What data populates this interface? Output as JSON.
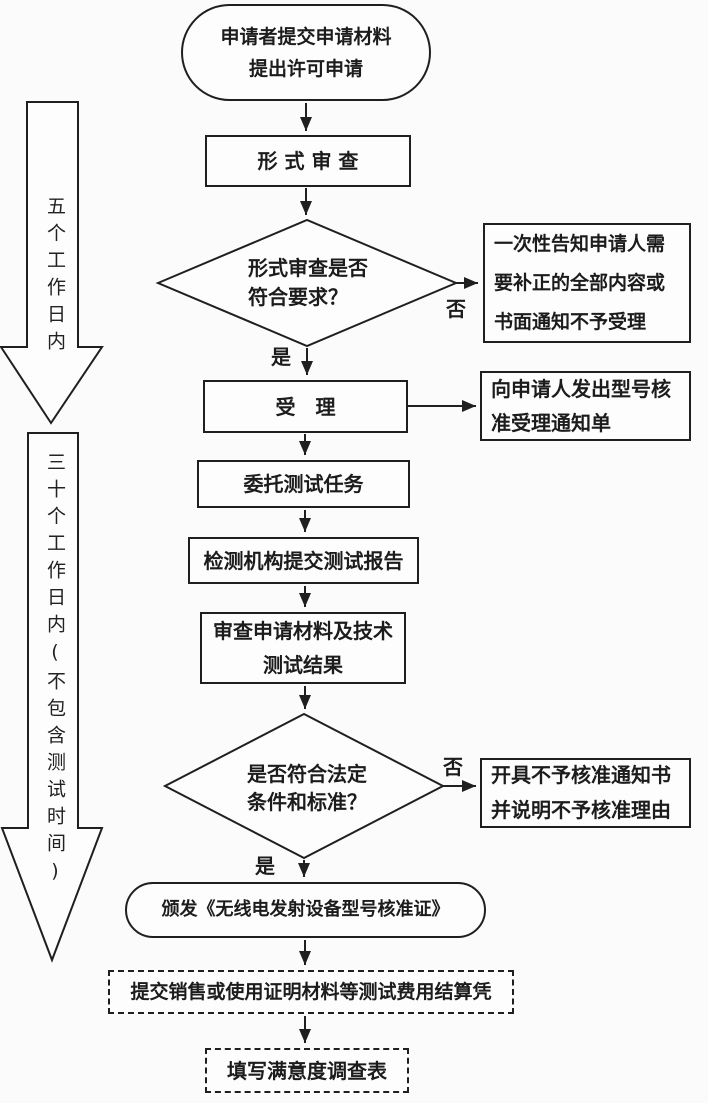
{
  "flowchart": {
    "timeline": [
      {
        "label": "五个工作日内"
      },
      {
        "label": "三十个工作日内(不包含测试时间)"
      }
    ],
    "nodes": {
      "start": {
        "line1": "申请者提交申请材料",
        "line2": "提出许可申请"
      },
      "formal_review": {
        "label": "形 式 审 查"
      },
      "decision_formal": {
        "line1": "形式审查是否",
        "line2": "符合要求？"
      },
      "notify_correction": {
        "line1": "一次性告知申请人需",
        "line2": "要补正的全部内容或",
        "line3": "书面通知不予受理"
      },
      "accept": {
        "label": "受　理"
      },
      "acceptance_notice": {
        "line1": "向申请人发出型号核",
        "line2": "准受理通知单"
      },
      "assign_test": {
        "label": "委托测试任务"
      },
      "submit_report": {
        "label": "检测机构提交测试报告"
      },
      "review_results": {
        "line1": "审查申请材料及技术",
        "line2": "测试结果"
      },
      "decision_legal": {
        "line1": "是否符合法定",
        "line2": "条件和标准？"
      },
      "rejection_notice": {
        "line1": "开具不予核准通知书",
        "line2": "并说明不予核准理由"
      },
      "issue_certificate": {
        "label": "颁发《无线电发射设备型号核准证》"
      },
      "submit_settlement": {
        "label": "提交销售或使用证明材料等测试费用结算凭"
      },
      "satisfaction_survey": {
        "label": "填写满意度调查表"
      }
    },
    "branch_labels": {
      "yes": "是",
      "no": "否"
    },
    "colors": {
      "stroke": "#1f1f1f",
      "background": "#fbfbfb",
      "node_fill": "#fdfdfd"
    }
  }
}
